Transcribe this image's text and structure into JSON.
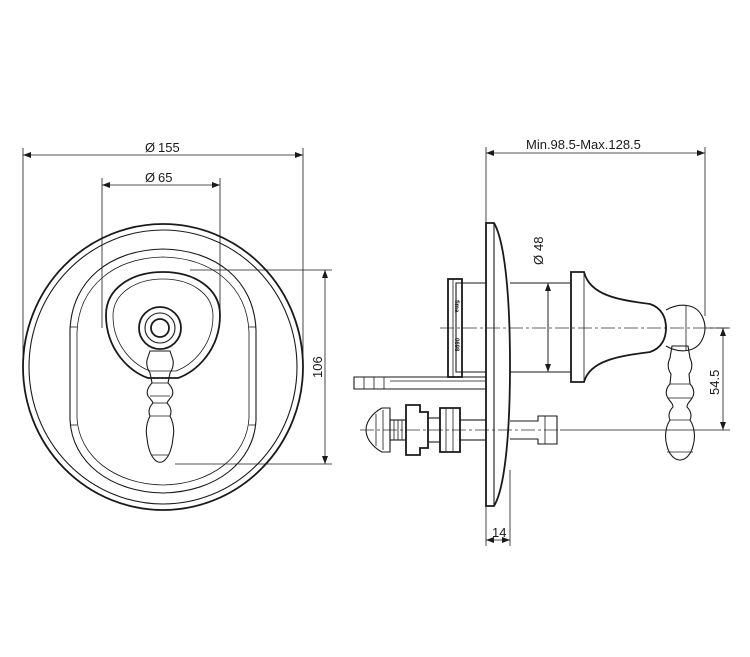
{
  "front_view": {
    "dia_outer_label": "155",
    "dia_inner_label": "65",
    "height_label": "106"
  },
  "side_view": {
    "length_label": "Min.98.5-Max.128.5",
    "dia_label": "48",
    "offset_label": "54.5",
    "flange_label": "14",
    "marking_1": "fima",
    "marking_2": "0698"
  }
}
